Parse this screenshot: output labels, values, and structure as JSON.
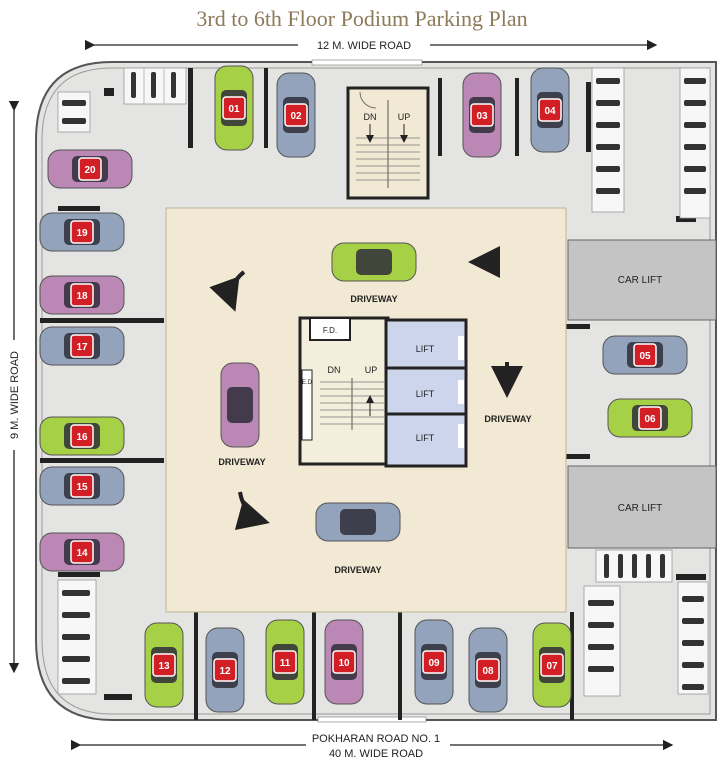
{
  "title": "3rd to 6th Floor Podium Parking Plan",
  "roads": {
    "top": "12 M. WIDE ROAD",
    "left": "9 M. WIDE ROAD",
    "bottom_line1": "POKHARAN  ROAD NO. 1",
    "bottom_line2": "40 M. WIDE ROAD"
  },
  "labels": {
    "driveway": "DRIVEWAY",
    "car_lift": "CAR LIFT",
    "lift": "LIFT",
    "dn": "DN",
    "up": "UP",
    "fd": "F.D.",
    "ed": "E.D"
  },
  "parking_slots": [
    {
      "number": "01",
      "color": "#a6d046"
    },
    {
      "number": "02",
      "color": "#93a3bb"
    },
    {
      "number": "03",
      "color": "#bb87b4"
    },
    {
      "number": "04",
      "color": "#93a3bb"
    },
    {
      "number": "05",
      "color": "#93a3bb"
    },
    {
      "number": "06",
      "color": "#a6d046"
    },
    {
      "number": "07",
      "color": "#a6d046"
    },
    {
      "number": "08",
      "color": "#93a3bb"
    },
    {
      "number": "09",
      "color": "#93a3bb"
    },
    {
      "number": "10",
      "color": "#bb87b4"
    },
    {
      "number": "11",
      "color": "#a6d046"
    },
    {
      "number": "12",
      "color": "#93a3bb"
    },
    {
      "number": "13",
      "color": "#a6d046"
    },
    {
      "number": "14",
      "color": "#bb87b4"
    },
    {
      "number": "15",
      "color": "#93a3bb"
    },
    {
      "number": "16",
      "color": "#a6d046"
    },
    {
      "number": "17",
      "color": "#93a3bb"
    },
    {
      "number": "18",
      "color": "#bb87b4"
    },
    {
      "number": "19",
      "color": "#93a3bb"
    },
    {
      "number": "20",
      "color": "#bb87b4"
    }
  ],
  "driveway_cars": [
    {
      "color": "#a6d046"
    },
    {
      "color": "#bb87b4"
    },
    {
      "color": "#93a3bb"
    }
  ],
  "colors": {
    "badge": "#d21f26",
    "title": "#8c7a5b",
    "floor": "#e4e4e2",
    "podium": "#f2e9d5",
    "car_lift": "#c4c4c4",
    "lift": "#cdd5ec"
  }
}
